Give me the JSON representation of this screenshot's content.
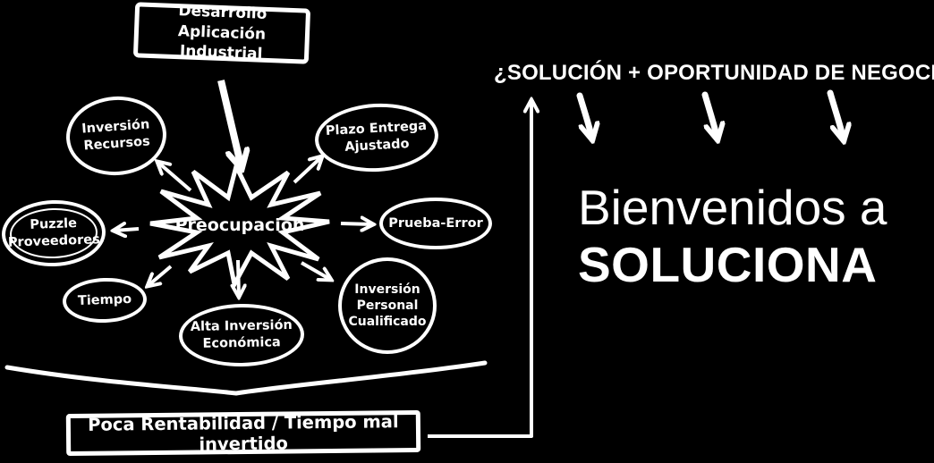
{
  "colors": {
    "background": "#000000",
    "ink": "#ffffff"
  },
  "mindmap": {
    "root": {
      "line1": "Desarrollo",
      "line2": "Aplicación Industrial"
    },
    "center": {
      "label": "Preocupación"
    },
    "nodes": [
      {
        "id": "inversion-recursos",
        "line1": "Inversión",
        "line2": "Recursos"
      },
      {
        "id": "plazo-entrega",
        "line1": "Plazo Entrega",
        "line2": "Ajustado"
      },
      {
        "id": "puzzle-proveedores",
        "line1": "Puzzle",
        "line2": "Proveedores"
      },
      {
        "id": "prueba-error",
        "line1": "Prueba-Error"
      },
      {
        "id": "tiempo",
        "line1": "Tiempo"
      },
      {
        "id": "alta-inversion",
        "line1": "Alta Inversión",
        "line2": "Económica"
      },
      {
        "id": "inversion-personal",
        "line1": "Inversión",
        "line2": "Personal",
        "line3": "Cualificado"
      }
    ],
    "conclusion": {
      "label": "Poca Rentabilidad / Tiempo mal invertido"
    },
    "connections": [
      {
        "from": "desarrollo-aplicacion-industrial",
        "to": "preocupacion"
      },
      {
        "from": "preocupacion",
        "to": "inversion-recursos"
      },
      {
        "from": "preocupacion",
        "to": "plazo-entrega"
      },
      {
        "from": "preocupacion",
        "to": "puzzle-proveedores"
      },
      {
        "from": "preocupacion",
        "to": "prueba-error"
      },
      {
        "from": "preocupacion",
        "to": "tiempo"
      },
      {
        "from": "preocupacion",
        "to": "alta-inversion"
      },
      {
        "from": "preocupacion",
        "to": "inversion-personal"
      },
      {
        "from": "conclusion",
        "to": "solution-headline"
      }
    ]
  },
  "right_panel": {
    "headline": "¿SOLUCIÓN + OPORTUNIDAD DE NEGOCIO?",
    "down_arrows_count": 3,
    "welcome_line1": "Bienvenidos a",
    "welcome_line2": "SOLUCIONA"
  }
}
